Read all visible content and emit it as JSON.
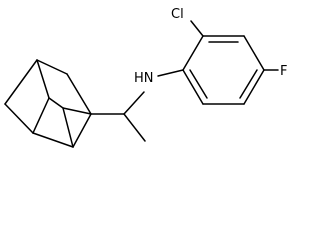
{
  "atoms": {
    "chlorine": "Cl",
    "amine": "HN",
    "fluorine": "F"
  }
}
